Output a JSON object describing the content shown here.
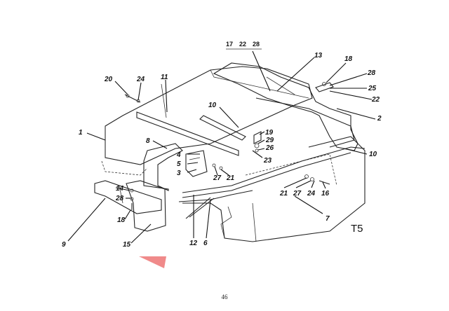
{
  "figure": {
    "title_code": "T5",
    "header_group": [
      "17",
      "22",
      "28"
    ],
    "callouts": {
      "c1": "1",
      "c2": "2",
      "c3": "3",
      "c4": "4",
      "c5": "5",
      "c6": "6",
      "c7": "7",
      "c8": "8",
      "c9": "9",
      "c10a": "10",
      "c10b": "10",
      "c11": "11",
      "c12": "12",
      "c13": "13",
      "c14": "14",
      "c15": "15",
      "c16": "16",
      "c18a": "18",
      "c18b": "18",
      "c19": "19",
      "c20": "20",
      "c21a": "21",
      "c21b": "21",
      "c22": "22",
      "c23": "23",
      "c24a": "24",
      "c24b": "24",
      "c25": "25",
      "c26": "26",
      "c27a": "27",
      "c27b": "27",
      "c28a": "28",
      "c28b": "28",
      "c29": "29"
    },
    "accent_color": "#f08a8a"
  },
  "page_number": "46"
}
